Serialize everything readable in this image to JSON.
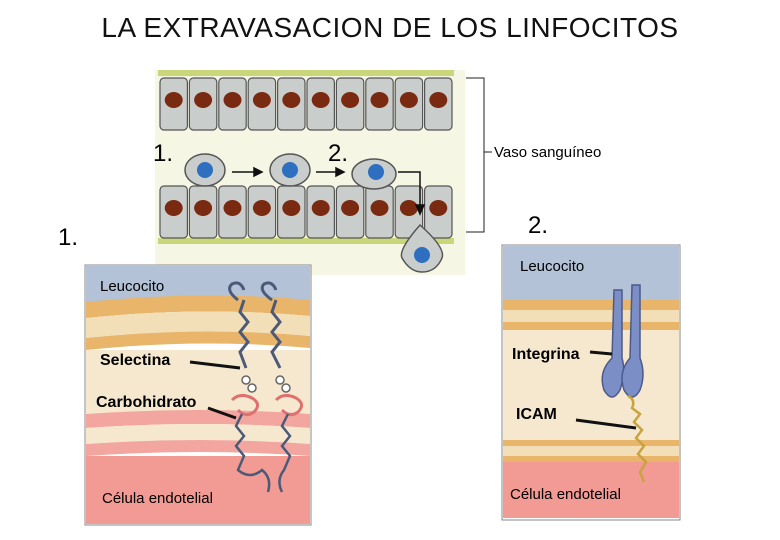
{
  "title": "LA EXTRAVASACION DE LOS LINFOCITOS",
  "top": {
    "step1": "1.",
    "step2": "2.",
    "vessel": "Vaso sanguíneo"
  },
  "left_panel": {
    "step": "1.",
    "leucocyte": "Leucocito",
    "selectin": "Selectina",
    "carbohydrate": "Carbohidrato",
    "endothelial": "Célula endotelial"
  },
  "right_panel": {
    "step": "2.",
    "leucocyte": "Leucocito",
    "integrin": "Integrina",
    "icam": "ICAM",
    "endothelial": "Célula endotelial"
  },
  "colors": {
    "cell_body": "#c9cdcc",
    "nucleus": "#7a2a10",
    "lymph_nucleus": "#2f6fc0",
    "membrane_top": "#b3c2d6",
    "membrane_mid": "#f2dfb8",
    "endothelial_pink": "#f29b95",
    "selectin": "#4b5a78",
    "integrin": "#7b8fc6",
    "icam": "#c9a33d"
  }
}
